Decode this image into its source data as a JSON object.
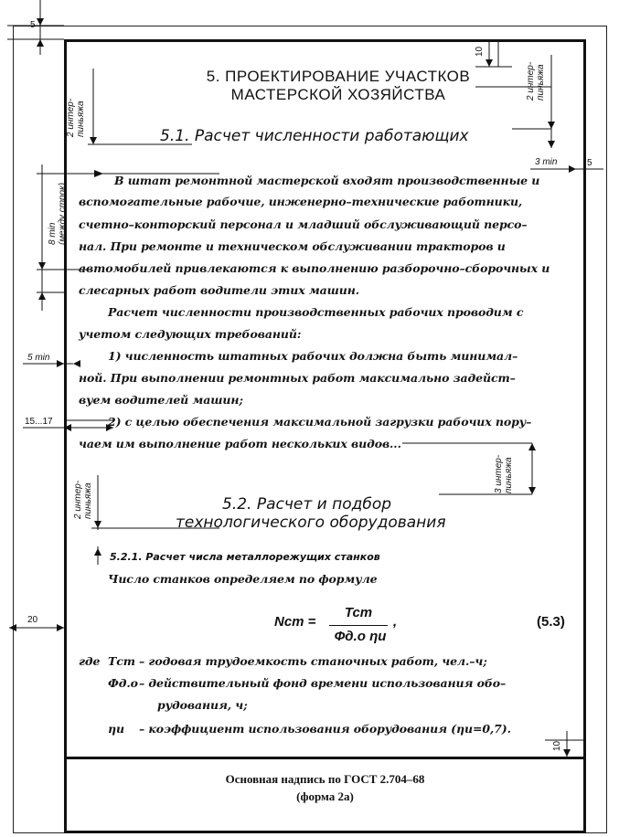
{
  "section": {
    "title_line1": "5. ПРОЕКТИРОВАНИЕ УЧАСТКОВ",
    "title_line2": "МАСТЕРСКОЙ ХОЗЯЙСТВА",
    "sub1": "5.1. Расчет численности работающих",
    "sub2_line1": "5.2. Расчет и подбор",
    "sub2_line2": "технологического оборудования",
    "sub3": "5.2.1. Расчет числа металлорежущих станков"
  },
  "body": {
    "p1": [
      "В штат ремонтной мастерской входят производственные и",
      "вспомогательные рабочие, инженерно–технические работники,",
      "счетно–конторский персонал и младший обслуживающий персо–",
      "нал. При ремонте и техническом обслуживании тракторов и",
      "автомобилей привлекаются к выполнению разборочно–сборочных и",
      "слесарных работ водители этих машин."
    ],
    "p2": [
      "Расчет численности производственных рабочих проводим с",
      "учетом следующих требований:"
    ],
    "p3": [
      "1) численность штатных рабочих должна быть минимал–",
      "ной. При выполнении ремонтных работ максимально задейст–",
      "вуем водителей машин;"
    ],
    "p4": [
      "2) с целью обеспечения максимальной загрузки рабочих пору–",
      "чаем им выполнение работ нескольких видов..."
    ],
    "p5": "Число станков определяем по формуле"
  },
  "formula": {
    "lhs": "Nст =",
    "numerator": "Тст",
    "denominator": "Фд.о ηи",
    "tail": ",",
    "number": "(5.3)"
  },
  "where": {
    "w1_prefix": "где",
    "w1_sym": "Тст",
    "w1_text": "– годовая трудоемкость станочных работ, чел.–ч;",
    "w2_sym": "Фд.о",
    "w2_text_1": "– действительный фонд времени использования обо–",
    "w2_text_2": "рудования, ч;",
    "w3_sym": "ηи",
    "w3_text": "– коэффициент использования оборудования (ηи=0,7)."
  },
  "dims": {
    "top5": "5",
    "top10": "10",
    "interval2_left1": "2 интер-\nпиньяжа",
    "interval2_right": "2 интер-\nпиньяжа",
    "rows8": "8 min\n(между строк)",
    "min3": "3 min",
    "right5": "5",
    "min5": "5 min",
    "range15_17": "15...17",
    "interval3_right": "3 интер-\nпиньяжа",
    "interval2_left2": "2 интер-\nпиньяжа",
    "left20": "20",
    "bottom10": "10"
  },
  "stamp": {
    "line1": "Основная надпись по ГОСТ 2.704–68",
    "line2": "(форма 2а)"
  }
}
